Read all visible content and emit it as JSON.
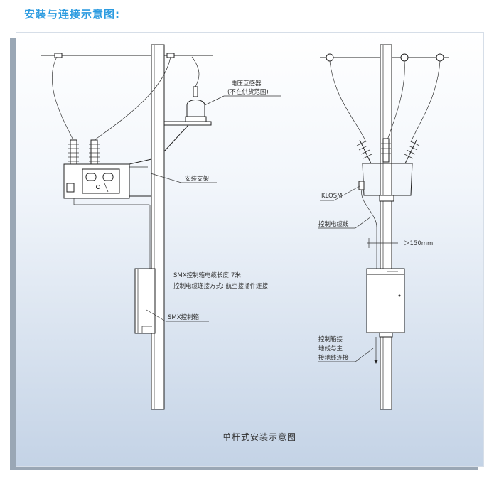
{
  "heading": "安装与连接示意图:",
  "caption": "单杆式安装示意图",
  "left_labels": {
    "pt_line1": "电压互感器",
    "pt_line2": "(不在供货范围)",
    "bracket": "安装支架",
    "cable_len": "SMX控制箱电缆长度:7米",
    "cable_conn": "控制电缆连接方式: 航空接插件连接",
    "control_box": "SMX控制箱"
  },
  "right_labels": {
    "klosm": "KLOSM",
    "control_cable": "控制电缆线",
    "dimension": "＞150mm",
    "ground_1": "控制箱接",
    "ground_2": "地线与主",
    "ground_3": "接地线连接"
  },
  "colors": {
    "heading": "#2b9be0",
    "panel_top": "#ffffff",
    "panel_bottom": "#c4d3e6",
    "shadow": "#9aa7b5"
  }
}
